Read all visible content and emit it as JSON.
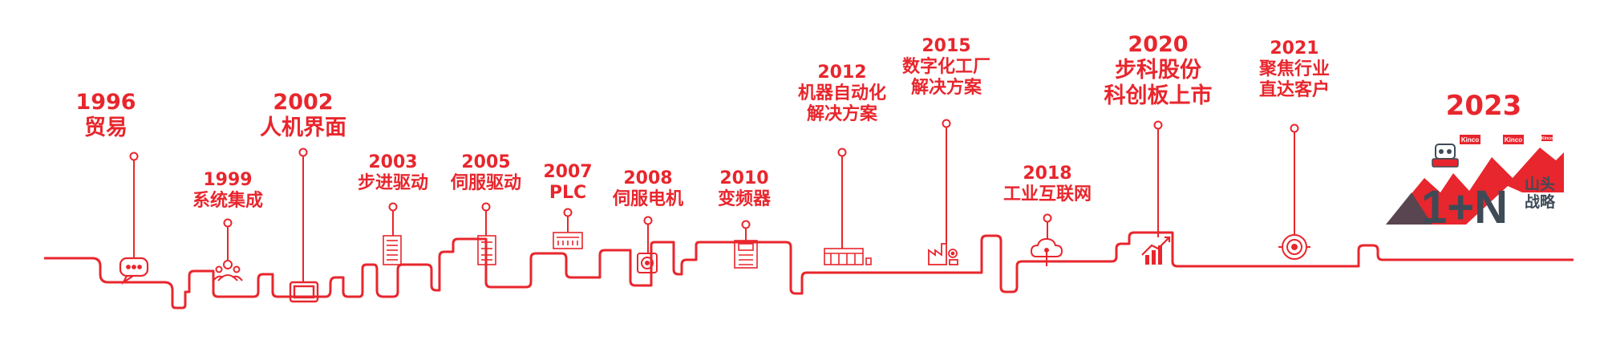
{
  "colors": {
    "accent": "#e8262d",
    "line": "#e8262d",
    "gray": "#3e4b57",
    "background": "#ffffff"
  },
  "milestones": [
    {
      "year": "1996",
      "title": "贸易",
      "icon": "chat-bubble-icon"
    },
    {
      "year": "1999",
      "title": "系统集成",
      "icon": "team-icon"
    },
    {
      "year": "2002",
      "title": "人机界面",
      "icon": "hmi-screen-icon"
    },
    {
      "year": "2003",
      "title": "步进驱动",
      "icon": "stepper-drive-icon"
    },
    {
      "year": "2005",
      "title": "伺服驱动",
      "icon": "servo-drive-icon"
    },
    {
      "year": "2007",
      "title": "PLC",
      "icon": "plc-icon"
    },
    {
      "year": "2008",
      "title": "伺服电机",
      "icon": "servo-motor-icon"
    },
    {
      "year": "2010",
      "title": "变频器",
      "icon": "inverter-icon"
    },
    {
      "year": "2012",
      "title": "机器自动化",
      "title2": "解决方案",
      "icon": "machine-line-icon"
    },
    {
      "year": "2015",
      "title": "数字化工厂",
      "title2": "解决方案",
      "icon": "factory-icon"
    },
    {
      "year": "2018",
      "title": "工业互联网",
      "icon": "cloud-icon"
    },
    {
      "year": "2020",
      "title": "步科股份",
      "title2": "科创板上市",
      "icon": "growth-chart-icon"
    },
    {
      "year": "2021",
      "title": "聚焦行业",
      "title2": "直达客户",
      "icon": "target-icon"
    }
  ],
  "final": {
    "year": "2023",
    "slogan": "1+N",
    "strategy_line1": "山头",
    "strategy_line2": "战略",
    "brand": "Kinco",
    "icon": "mountain-robot-icon"
  }
}
